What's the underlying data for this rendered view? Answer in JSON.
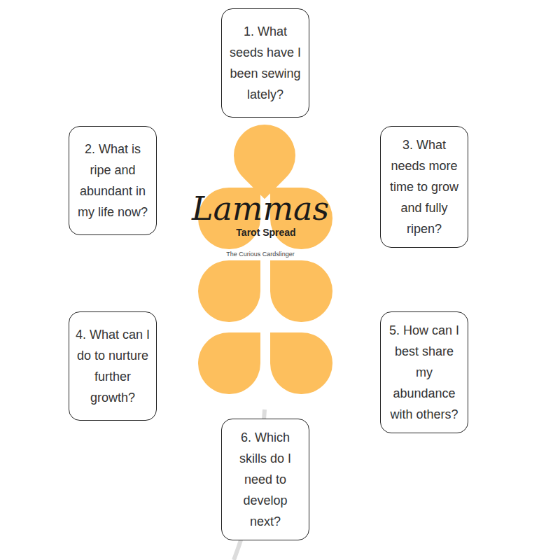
{
  "diagram": {
    "title": "Lammas",
    "nodes": [
      {
        "text": [
          "1. What seeds have I been sewing lately?"
        ]
      },
      {
        "text": [
          "2. What is ripe and abundant in my life now?"
        ]
      },
      {
        "text": [
          "3. What needs more time to grow and fully ripen?"
        ]
      },
      {
        "text": [
          "4. What can I do to nurture further growth?"
        ]
      },
      {
        "text": [
          "5. How can I best share my abundance with others?"
        ]
      },
      {
        "text": [
          "6. Which skills do I need to develop next?"
        ]
      }
    ],
    "labels": [
      "Tarot Spread",
      "The Curious Cardslinger"
    ]
  }
}
